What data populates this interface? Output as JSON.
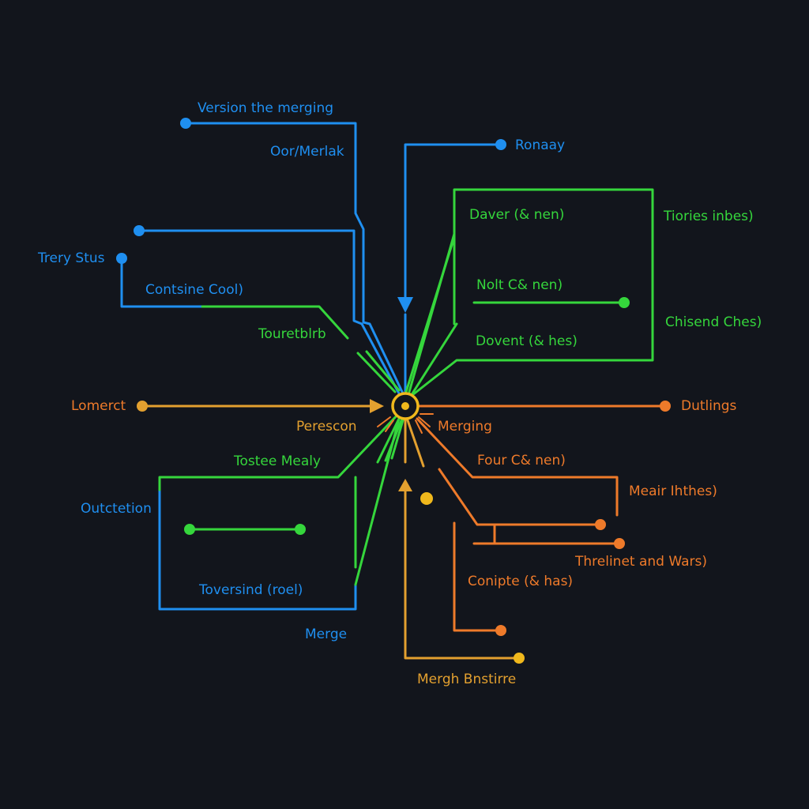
{
  "colors": {
    "background": "#12151c",
    "blue": "#1f8ff0",
    "green": "#35d63c",
    "orange": "#ee7a2a",
    "amber": "#e3a02f",
    "yellow": "#f0b81c"
  },
  "labels": {
    "version_the_merging": "Version the merging",
    "oor_merlak": "Oor/Merlak",
    "ronaay": "Ronaay",
    "trery_stus": "Trery Stus",
    "contsine_cool": "Contsine Cool)",
    "touretblrb": "Touretblrb",
    "daver_nen": "Daver (& nen)",
    "tiories_inbes": "Tiories inbes)",
    "nolt_nen": "Nolt C& nen)",
    "chisend_ches": "Chisend Ches)",
    "dovent_hes": "Dovent (& hes)",
    "lomerct": "Lomerct",
    "perescon": "Perescon",
    "merging": "Merging",
    "dutlings": "Dutlings",
    "tostee_mealy": "Tostee Mealy",
    "four_nen": "Four C& nen)",
    "meair_ihthes": "Meair Ihthes)",
    "outctetion": "Outctetion",
    "thelinet_wars": "Threlinet and Wars)",
    "conipte_hes": "Conipte (& has)",
    "toversind_roel": "Toversind (roel)",
    "merge": "Merge",
    "mergh_bnstime": "Mergh Bnstirre"
  }
}
